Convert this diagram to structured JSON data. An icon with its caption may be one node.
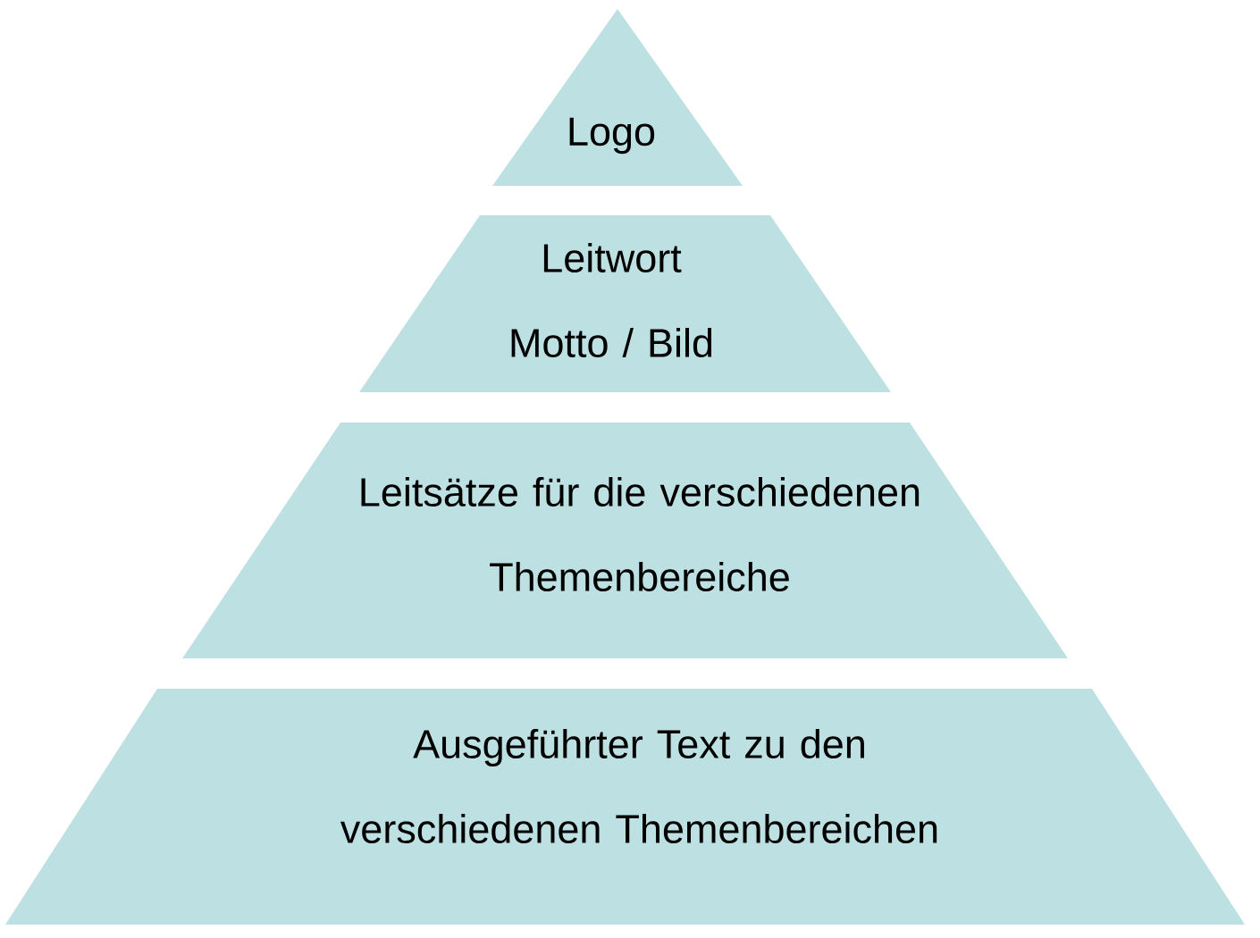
{
  "diagram": {
    "nodes": [
      {
        "text": [
          "Logo"
        ]
      },
      {
        "text": [
          "Leitwort",
          "Motto / Bild"
        ]
      },
      {
        "text": [
          "Leitsätze für die verschiedenen Themenbereiche"
        ]
      },
      {
        "text": [
          "Ausgeführter Text zu den verschiedenen Themenbereichen"
        ]
      }
    ]
  }
}
